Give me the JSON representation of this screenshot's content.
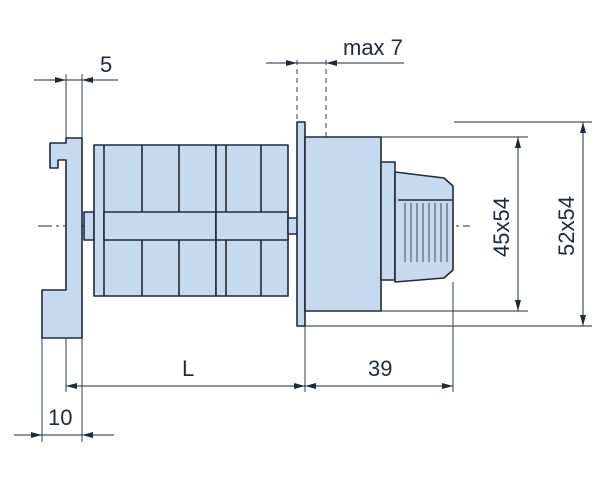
{
  "dimensions": {
    "flange_thickness": "5",
    "front_gap": "max 7",
    "rear_depth": "10",
    "body_length": "L",
    "front_depth": "39",
    "inner_frame": "45x54",
    "outer_frame": "52x54"
  },
  "colors": {
    "part_fill": "#c6d9ef",
    "line": "#1f2a3a"
  }
}
